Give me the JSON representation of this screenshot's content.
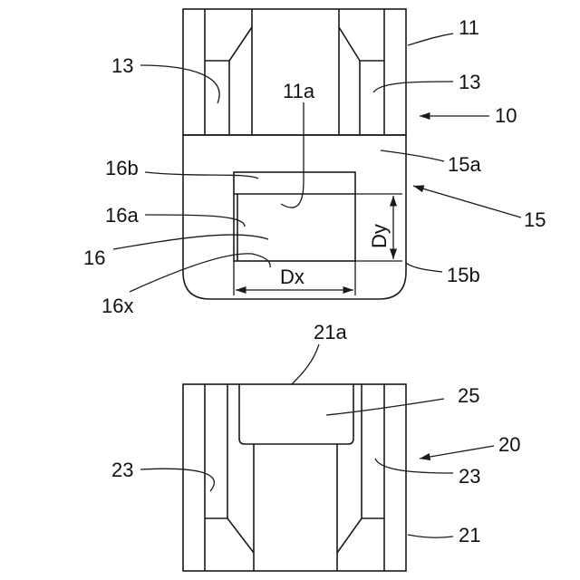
{
  "figure": {
    "labels": {
      "l11": "11",
      "l13a": "13",
      "l13b": "13",
      "l11a": "11a",
      "l10": "10",
      "l15a": "15a",
      "l16b": "16b",
      "l16a": "16a",
      "l15": "15",
      "l16": "16",
      "lDy": "Dy",
      "l16x": "16x",
      "lDx": "Dx",
      "l15b": "15b",
      "l21a": "21a",
      "l25": "25",
      "l20": "20",
      "l23a": "23",
      "l23b": "23",
      "l21": "21"
    }
  }
}
